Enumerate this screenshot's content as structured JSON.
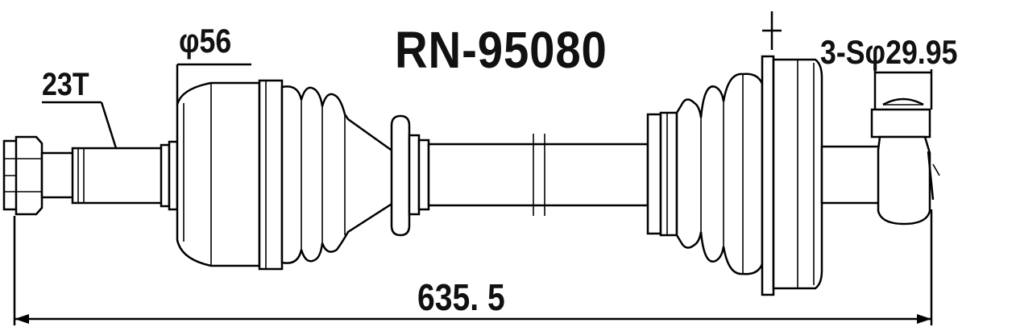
{
  "part_number": "RN-95080",
  "spline_count": "23T",
  "outer_diameter": "φ56",
  "bolt_spec": "3-Sφ29.95",
  "overall_length": "635. 5",
  "line_color": "#000000",
  "background_color": "#ffffff"
}
